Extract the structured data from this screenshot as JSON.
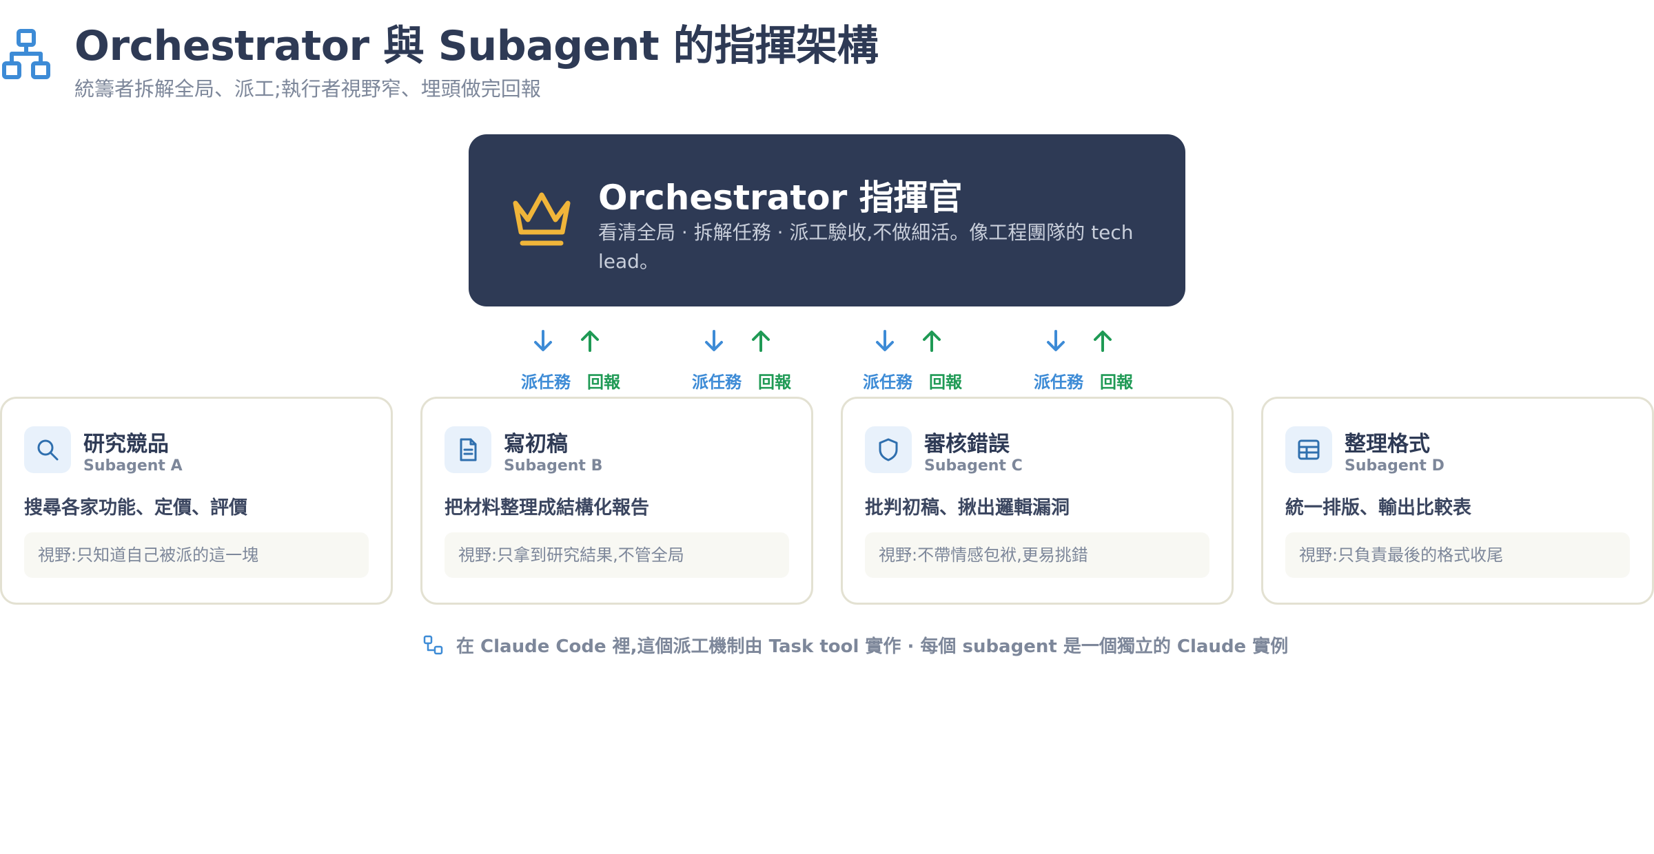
{
  "header": {
    "icon": "hierarchy-icon",
    "title": "Orchestrator 與 Subagent 的指揮架構",
    "subtitle": "統籌者拆解全局、派工;執行者視野窄、埋頭做完回報"
  },
  "orchestrator": {
    "icon": "crown-icon",
    "title": "Orchestrator 指揮官",
    "description": "看清全局 · 拆解任務 · 派工驗收,不做細活。像工程團隊的 tech lead。"
  },
  "connectors": [
    {
      "dispatch_label": "派任務",
      "report_label": "回報"
    },
    {
      "dispatch_label": "派任務",
      "report_label": "回報"
    },
    {
      "dispatch_label": "派任務",
      "report_label": "回報"
    },
    {
      "dispatch_label": "派任務",
      "report_label": "回報"
    }
  ],
  "subagents": [
    {
      "icon": "search-icon",
      "title": "研究競品",
      "name": "Subagent A",
      "task": "搜尋各家功能、定價、評價",
      "scope": "視野:只知道自己被派的這一塊"
    },
    {
      "icon": "document-icon",
      "title": "寫初稿",
      "name": "Subagent B",
      "task": "把材料整理成結構化報告",
      "scope": "視野:只拿到研究結果,不管全局"
    },
    {
      "icon": "shield-icon",
      "title": "審核錯誤",
      "name": "Subagent C",
      "task": "批判初稿、揪出邏輯漏洞",
      "scope": "視野:不帶情感包袱,更易挑錯"
    },
    {
      "icon": "table-icon",
      "title": "整理格式",
      "name": "Subagent D",
      "task": "統一排版、輸出比較表",
      "scope": "視野:只負責最後的格式收尾"
    }
  ],
  "footer": {
    "icon": "hierarchy-icon",
    "text": "在 Claude Code 裡,這個派工機制由 Task tool 實作 · 每個 subagent 是一個獨立的 Claude 實例"
  },
  "colors": {
    "navy": "#2e3a55",
    "accent_blue": "#3d8bd6",
    "accent_green": "#1f9a55",
    "crown_gold": "#f0b53a",
    "card_border": "#e3e1d2",
    "muted_text": "#7d879a"
  }
}
